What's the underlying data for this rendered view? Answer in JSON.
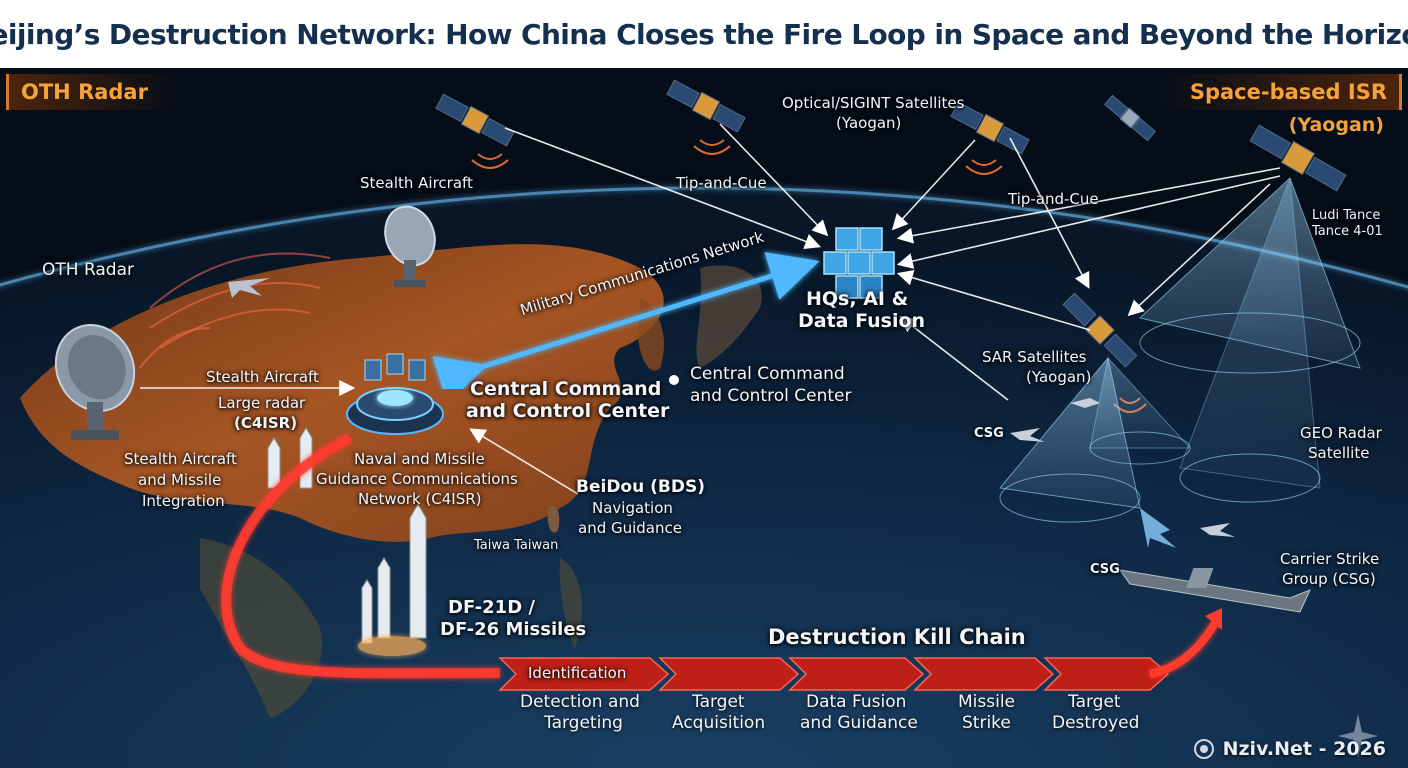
{
  "title": "Beijing’s Destruction Network: How China Closes the Fire Loop in Space and Beyond the Horizon",
  "corner_labels": {
    "left": "OTH Radar",
    "right": "Space-based ISR",
    "right_sub": "(Yaogan)"
  },
  "labels": {
    "optical_sigint": "Optical/SIGINT Satellites",
    "optical_sigint_sub": "(Yaogan)",
    "tip_and_cue_1": "Tip-and-Cue",
    "tip_and_cue_2": "Tip-and-Cue",
    "stealth_aircraft_top": "Stealth Aircraft",
    "ludi_tance": "Ludi Tance",
    "tance_4_01": "Tance 4-01",
    "oth_radar": "OTH Radar",
    "military_comms": "Military Communications Network",
    "hq_ai": "HQs, AI &",
    "data_fusion": "Data Fusion",
    "stealth_aircraft_mid": "Stealth Aircraft",
    "large_radar": "Large radar",
    "c4isr": "(C4ISR)",
    "ccc_bold_1": "Central Command",
    "ccc_bold_2": "and Control Center",
    "ccc_dot_1": "Central Command",
    "ccc_dot_2": "and Control Center",
    "sar_1": "SAR Satellites",
    "sar_2": "(Yaogan)",
    "csg_small_1": "CSG",
    "geo_radar_1": "GEO Radar",
    "geo_radar_2": "Satellite",
    "stealth_missile_1": "Stealth Aircraft",
    "stealth_missile_2": "and Missile",
    "stealth_missile_3": "Integration",
    "naval_1": "Naval and Missile",
    "naval_2": "Guidance Communications",
    "naval_3": "Network (C4ISR)",
    "beidou_1": "BeiDou (BDS)",
    "beidou_2": "Navigation",
    "beidou_3": "and Guidance",
    "taiwan": "Taiwa Taiwan",
    "csg_small_2": "CSG",
    "carrier_1": "Carrier Strike",
    "carrier_2": "Group (CSG)",
    "df_1": "DF-21D /",
    "df_2": "DF-26 Missiles"
  },
  "kill_chain": {
    "title": "Destruction Kill Chain",
    "identification": "Identification",
    "steps": [
      {
        "line1": "Detection and",
        "line2": "Targeting"
      },
      {
        "line1": "Target",
        "line2": "Acquisition"
      },
      {
        "line1": "Data Fusion",
        "line2": "and Guidance"
      },
      {
        "line1": "Missile",
        "line2": "Strike"
      },
      {
        "line1": "Target",
        "line2": "Destroyed"
      }
    ]
  },
  "watermark": "Nziv.Net - 2026",
  "colors": {
    "title": "#15304f",
    "corner_accent": "#f4a23c",
    "land": "#b35a22",
    "link_white": "#ffffff",
    "comms_blue": "#4fb8ff",
    "kill_red": "#ff3b2e",
    "beam_cyan": "#9fd8ff"
  }
}
